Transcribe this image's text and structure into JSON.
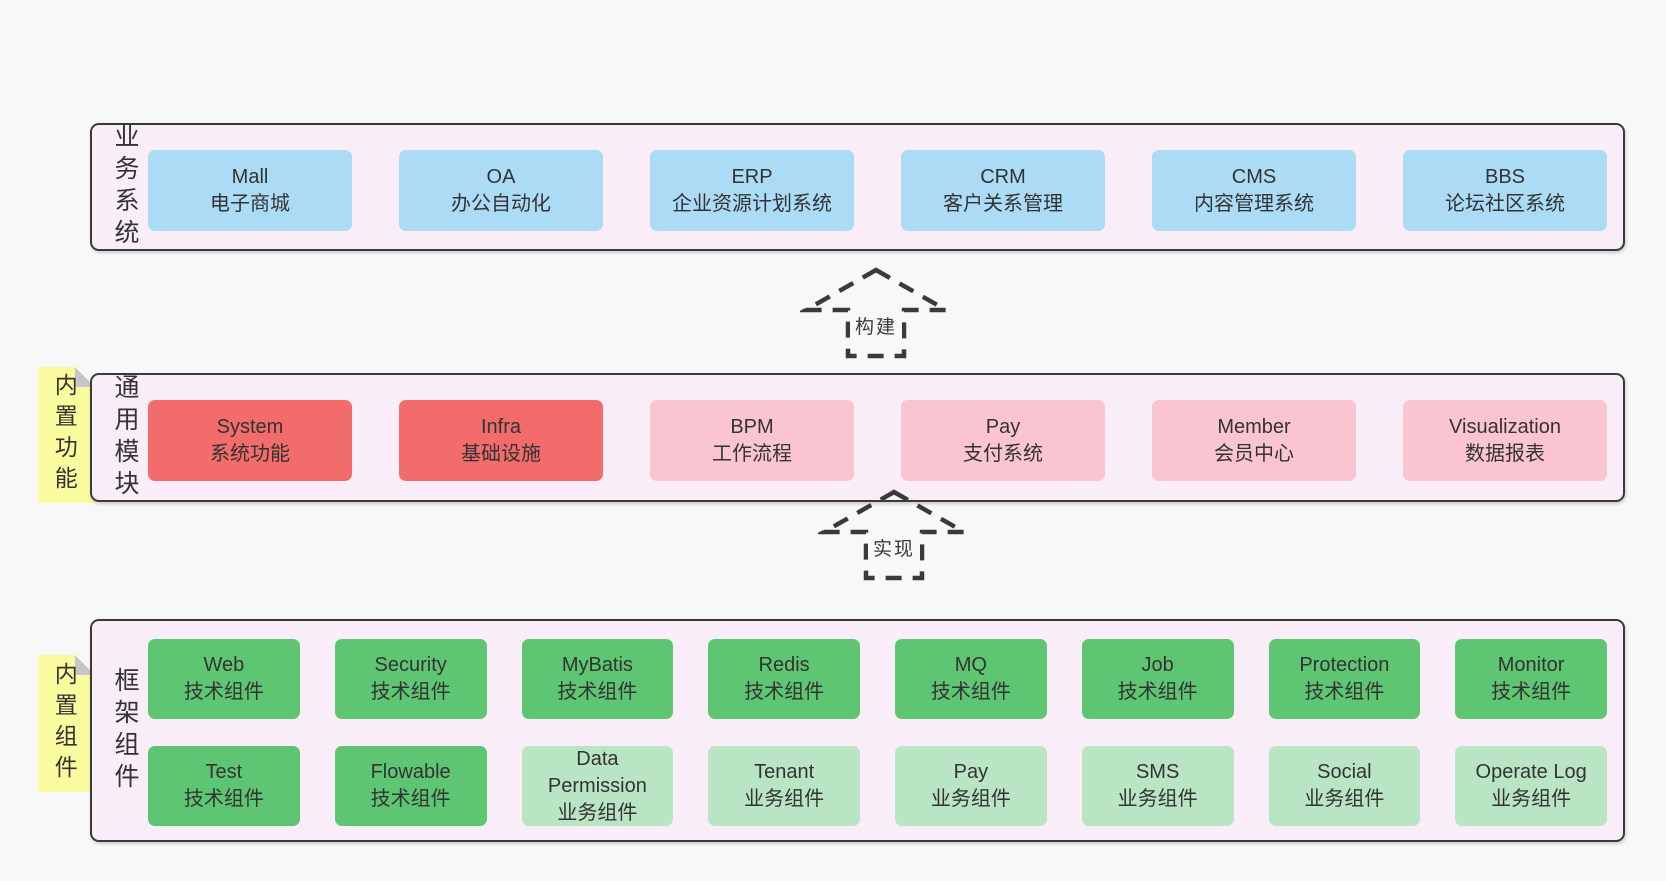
{
  "diagram": {
    "business_layer": {
      "side_label": "业务系统",
      "boxes": [
        {
          "title": "Mall",
          "subtitle": "电子商城"
        },
        {
          "title": "OA",
          "subtitle": "办公自动化"
        },
        {
          "title": "ERP",
          "subtitle": "企业资源计划系统"
        },
        {
          "title": "CRM",
          "subtitle": "客户关系管理"
        },
        {
          "title": "CMS",
          "subtitle": "内容管理系统"
        },
        {
          "title": "BBS",
          "subtitle": "论坛社区系统"
        }
      ]
    },
    "arrow_build": {
      "label": "构建"
    },
    "module_layer": {
      "side_label": "通用模块",
      "sticky_label": "内置功能",
      "boxes": [
        {
          "title": "System",
          "subtitle": "系统功能"
        },
        {
          "title": "Infra",
          "subtitle": "基础设施"
        },
        {
          "title": "BPM",
          "subtitle": "工作流程"
        },
        {
          "title": "Pay",
          "subtitle": "支付系统"
        },
        {
          "title": "Member",
          "subtitle": "会员中心"
        },
        {
          "title": "Visualization",
          "subtitle": "数据报表"
        }
      ]
    },
    "arrow_implement": {
      "label": "实现"
    },
    "component_layer": {
      "side_label": "框架组件",
      "sticky_label": "内置组件",
      "row1": [
        {
          "title": "Web",
          "subtitle": "技术组件"
        },
        {
          "title": "Security",
          "subtitle": "技术组件"
        },
        {
          "title": "MyBatis",
          "subtitle": "技术组件"
        },
        {
          "title": "Redis",
          "subtitle": "技术组件"
        },
        {
          "title": "MQ",
          "subtitle": "技术组件"
        },
        {
          "title": "Job",
          "subtitle": "技术组件"
        },
        {
          "title": "Protection",
          "subtitle": "技术组件"
        },
        {
          "title": "Monitor",
          "subtitle": "技术组件"
        }
      ],
      "row2": [
        {
          "title": "Test",
          "subtitle": "技术组件"
        },
        {
          "title": "Flowable",
          "subtitle": "技术组件"
        },
        {
          "title": "Data Permission",
          "subtitle": "业务组件"
        },
        {
          "title": "Tenant",
          "subtitle": "业务组件"
        },
        {
          "title": "Pay",
          "subtitle": "业务组件"
        },
        {
          "title": "SMS",
          "subtitle": "业务组件"
        },
        {
          "title": "Social",
          "subtitle": "业务组件"
        },
        {
          "title": "Operate Log",
          "subtitle": "业务组件"
        }
      ]
    },
    "colors": {
      "page_bg": "#f8f8f8",
      "panel_bg": "#f9eef8",
      "panel_border": "#3a3a3a",
      "business_box_blue": "#abdbf5",
      "core_module_red": "#f26c6c",
      "module_pink": "#fac4d0",
      "tech_component_green": "#5ec573",
      "biz_component_light_green": "#bae5c4",
      "sticky_yellow": "#fafb9e",
      "text": "#333333"
    }
  }
}
